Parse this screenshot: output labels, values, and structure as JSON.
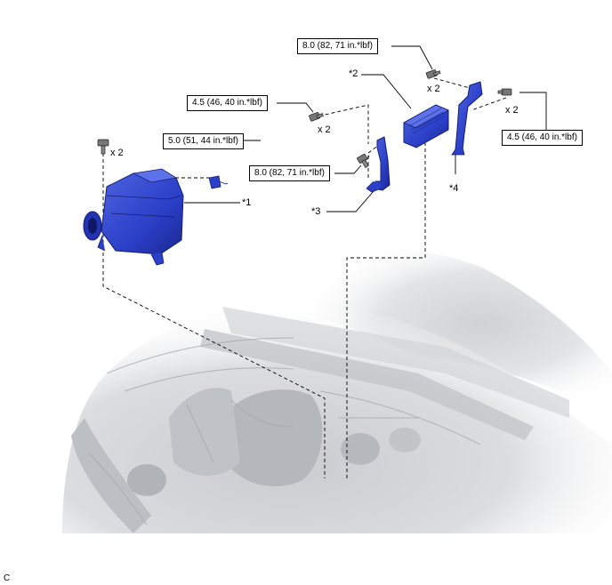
{
  "colors": {
    "part_blue": "#2b3fc8",
    "part_blue_dark": "#18248a",
    "part_blue_light": "#5a6ee6",
    "engine_gray": "#b9bcc0",
    "line": "#000000"
  },
  "torque_specs": {
    "air_cleaner_bolt": "5.0 (51, 44 in.*lbf)",
    "ecu_top_bolt": "8.0 (82, 71 in.*lbf)",
    "ecu_left_bolt": "4.5 (46, 40 in.*lbf)",
    "bracket_bolt": "8.0 (82, 71 in.*lbf)",
    "ecu_right_bolt": "4.5 (46, 40 in.*lbf)"
  },
  "quantities": {
    "air_cleaner_bolt": "x 2",
    "ecu_top_bolt": "x 2",
    "ecu_left_bolt": "x 2",
    "ecu_right_bolt": "x 2"
  },
  "callouts": {
    "part1": "*1",
    "part2": "*2",
    "part3": "*3",
    "part4": "*4"
  },
  "corner_code": "C"
}
